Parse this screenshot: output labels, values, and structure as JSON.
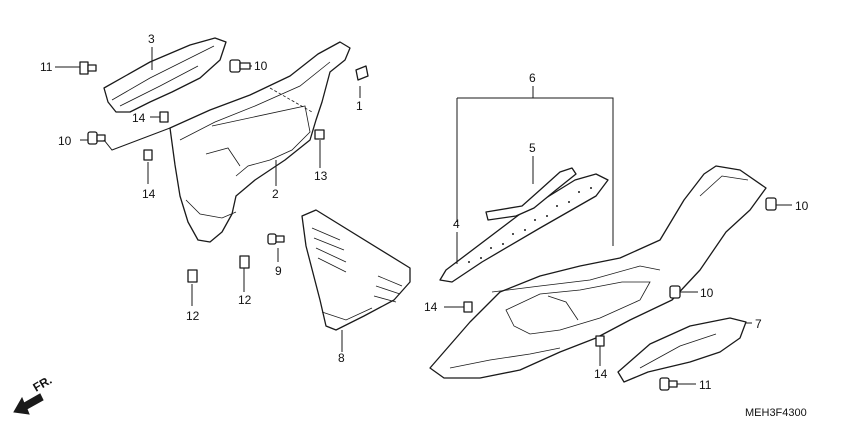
{
  "callouts": {
    "c1": "1",
    "c2": "2",
    "c3": "3",
    "c4": "4",
    "c5": "5",
    "c6": "6",
    "c7": "7",
    "c8": "8",
    "c9": "9",
    "c10a": "10",
    "c10b": "10",
    "c10c": "10",
    "c10d": "10",
    "c11a": "11",
    "c11b": "11",
    "c12a": "12",
    "c12b": "12",
    "c13": "13",
    "c14a": "14",
    "c14b": "14",
    "c14c": "14",
    "c14d": "14"
  },
  "direction_label": "FR.",
  "diagram_code": "MEH3F4300"
}
